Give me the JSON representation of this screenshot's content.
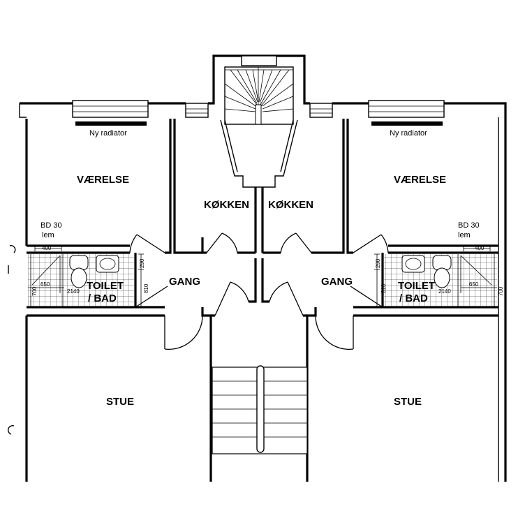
{
  "rooms": {
    "vaerelse_left": "VÆRELSE",
    "vaerelse_right": "VÆRELSE",
    "koekken_left": "KØKKEN",
    "koekken_right": "KØKKEN",
    "gang_left": "GANG",
    "gang_right": "GANG",
    "stue_left": "STUE",
    "stue_right": "STUE",
    "toilet_left_line1": "TOILET",
    "toilet_left_line2": "/ BAD",
    "toilet_right_line1": "TOILET",
    "toilet_right_line2": "/ BAD"
  },
  "annotations": {
    "radiator_left": "Ny radiator",
    "radiator_right": "Ny radiator",
    "bd_left_line1": "BD 30",
    "bd_left_line2": "lem",
    "bd_right_line1": "BD 30",
    "bd_right_line2": "lem"
  },
  "dimensions": {
    "left_400": "400",
    "left_290": "290",
    "left_810": "810",
    "left_650": "650",
    "left_2140": "2140",
    "left_700": "700",
    "right_400": "400",
    "right_290": "290",
    "right_810": "810",
    "right_650": "650",
    "right_2140": "2140",
    "right_700": "700"
  }
}
